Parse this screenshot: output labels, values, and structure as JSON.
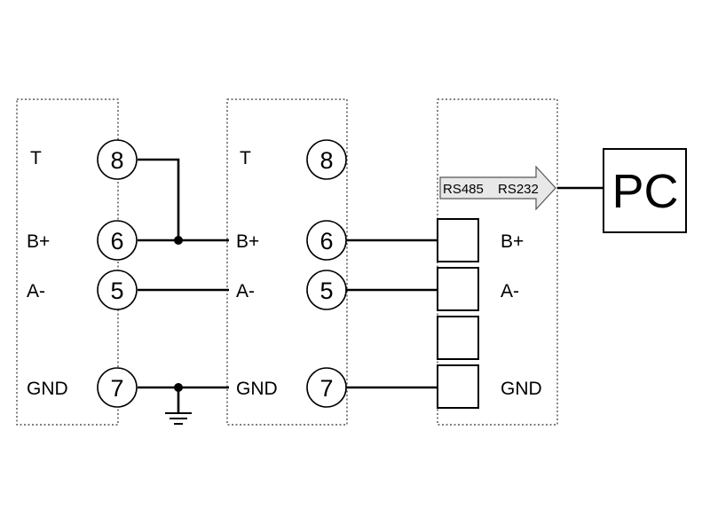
{
  "device1": {
    "labels": {
      "t": "T",
      "b": "B+",
      "a": "A-",
      "gnd": "GND"
    },
    "terminals": {
      "t": "8",
      "b": "6",
      "a": "5",
      "gnd": "7"
    }
  },
  "device2": {
    "labels": {
      "t": "T",
      "b": "B+",
      "a": "A-",
      "gnd": "GND"
    },
    "terminals": {
      "t": "8",
      "b": "6",
      "a": "5",
      "gnd": "7"
    }
  },
  "converter": {
    "arrow_left": "RS485",
    "arrow_right": "RS232",
    "labels": {
      "b": "B+",
      "a": "A-",
      "gnd": "GND"
    }
  },
  "pc": {
    "label": "PC"
  },
  "colors": {
    "line": "#000000",
    "arrow_fill": "#e8e8e8",
    "box_border": "#333333"
  }
}
